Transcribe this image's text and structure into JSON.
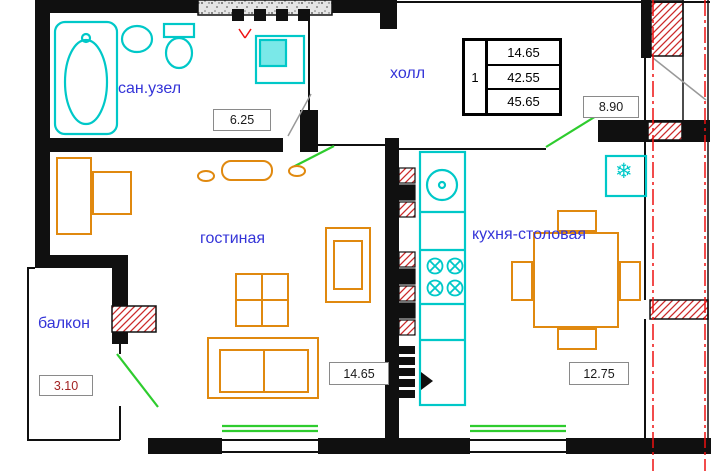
{
  "rooms": {
    "bathroom": {
      "label": "сан.узел",
      "area": "6.25"
    },
    "hall": {
      "label": "холл",
      "area": "8.90"
    },
    "living_room": {
      "label": "гостиная",
      "area": "14.65"
    },
    "kitchen_dining": {
      "label": "кухня-столовая",
      "area": "12.75"
    },
    "balcony": {
      "label": "балкон",
      "area": "3.10"
    }
  },
  "summary_table": {
    "apartment_number": "1",
    "rows": [
      "14.65",
      "42.55",
      "45.65"
    ]
  },
  "icons": {
    "snowflake": "❄"
  },
  "colors": {
    "room_label": "#3434d8",
    "fixtures": "#00c8c8",
    "furniture": "#e0890f",
    "windows_doors": "#2ecc2e",
    "axis": "#ee1111",
    "brick_hatch": "#cc2a2a",
    "walls": "#101010"
  }
}
